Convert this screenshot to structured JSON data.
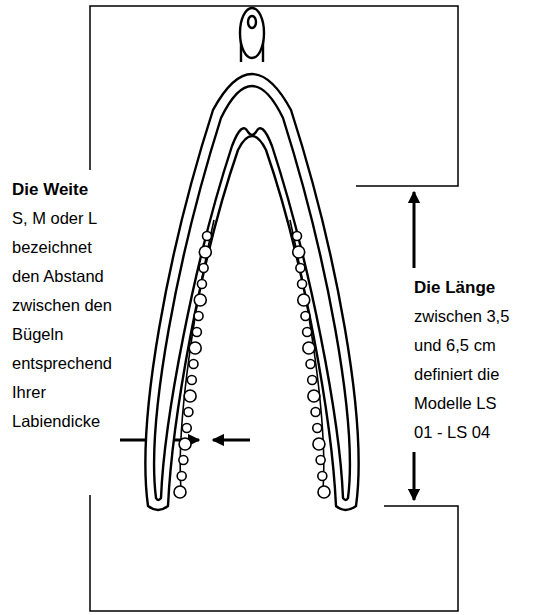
{
  "diagram": {
    "labels": [
      "Die Weite",
      "S, M oder L bezeichnet den Abstand zwischen den Bügeln entsprechend Ihrer Labiendicke",
      "Die Länge",
      "zwischen 3,5 und 6,5 cm definiert die Modelle LS 01 - LS 04"
    ]
  }
}
